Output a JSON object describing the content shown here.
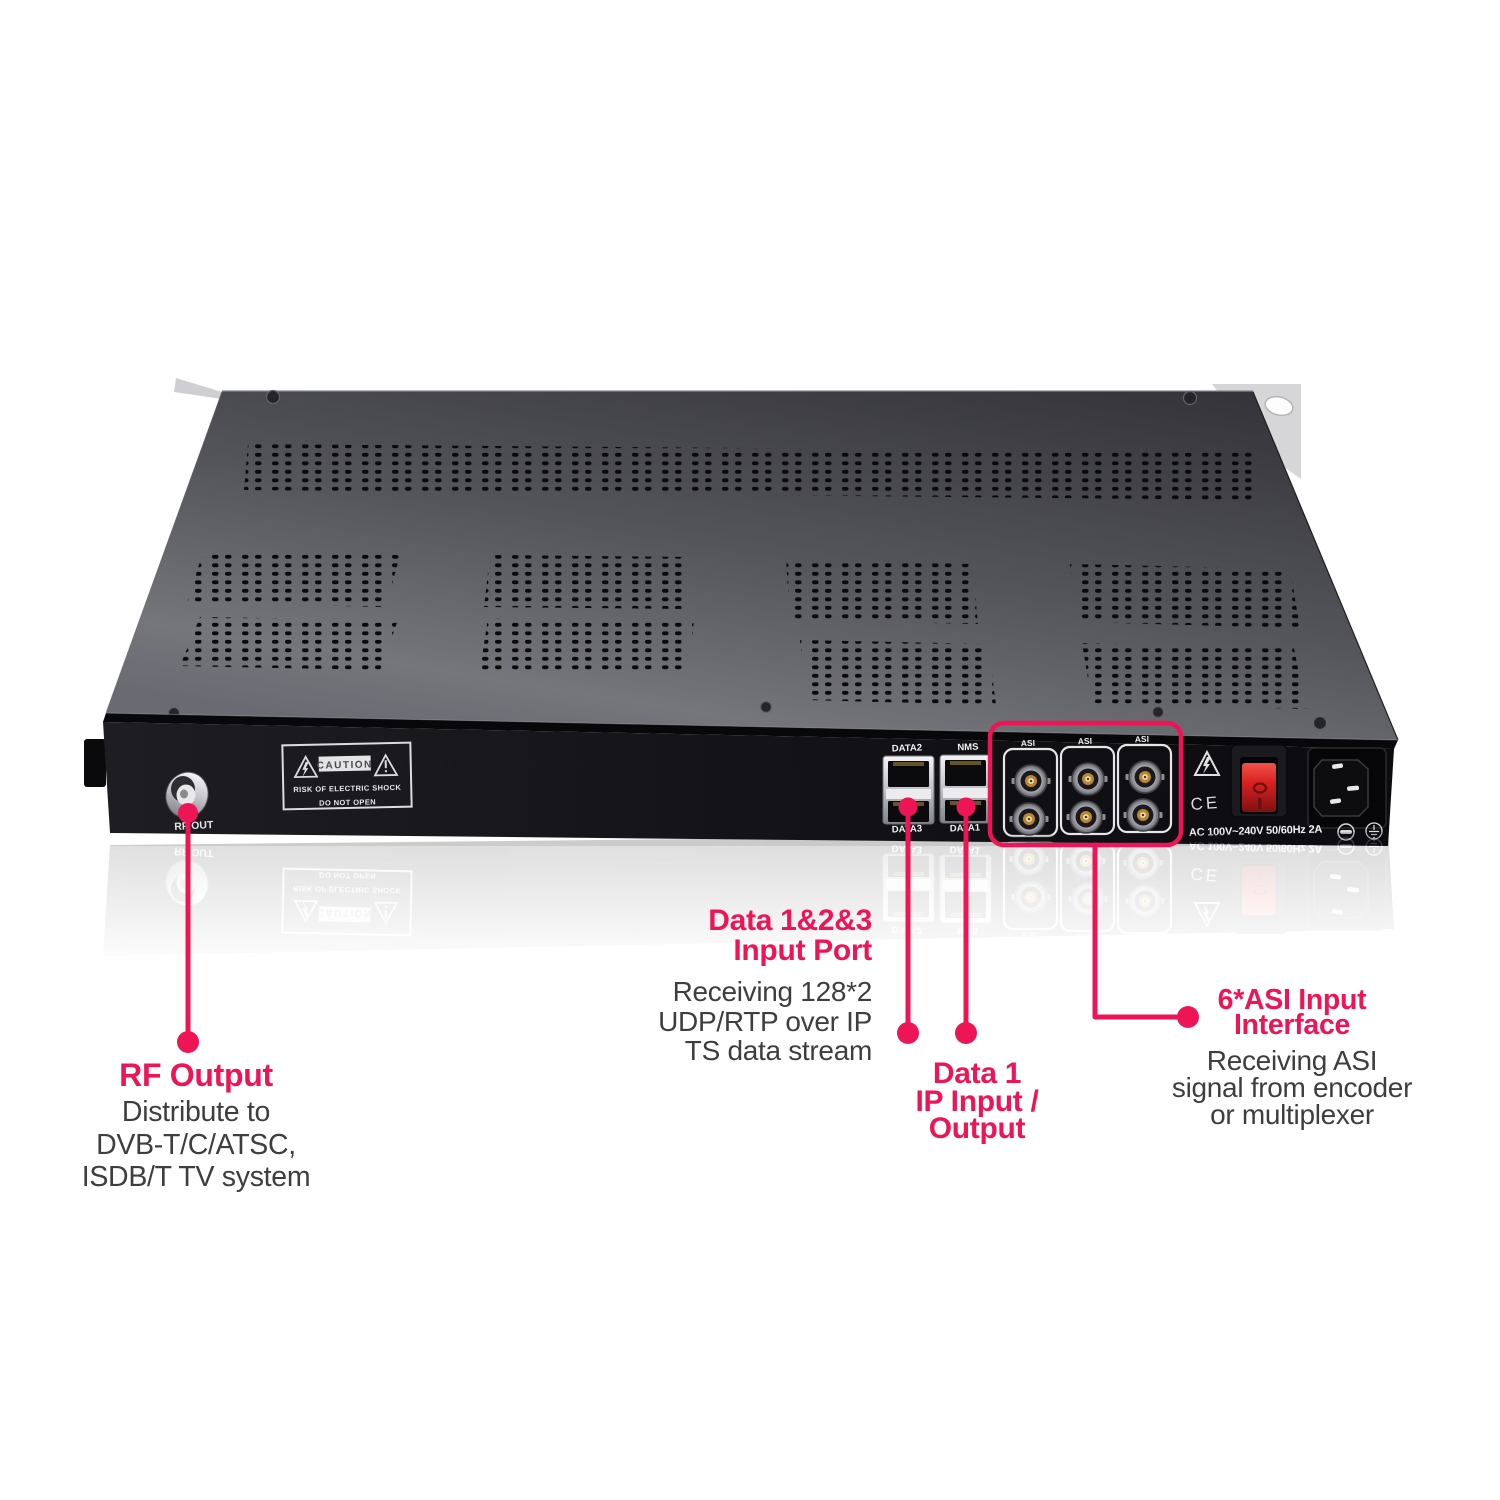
{
  "colors": {
    "accent": "#ed1556",
    "body_text": "#3e3e41",
    "panel_text": "#f2f2f4"
  },
  "rear_panel": {
    "rf_out_label": "RF OUT",
    "caution": {
      "title": "CAUTION",
      "line1": "RISK OF ELECTRIC SHOCK",
      "line2": "DO NOT OPEN"
    },
    "port_labels": {
      "data2": "DATA2",
      "nms": "NMS",
      "data3": "DATA3",
      "data1": "DATA1"
    },
    "asi_label": "ASI",
    "ce_mark": "CE",
    "power_rating": "AC 100V~240V 50/60Hz 2A",
    "switch": {
      "off": "O",
      "on": "I"
    }
  },
  "callouts": {
    "rf_output": {
      "title": "RF Output",
      "lines": [
        "Distribute to",
        "DVB-T/C/ATSC,",
        "ISDB/T TV system"
      ]
    },
    "data_input": {
      "title_lines": [
        "Data 1&2&3",
        "Input Port"
      ],
      "lines": [
        "Receiving 128*2",
        "UDP/RTP over IP",
        "TS data stream"
      ]
    },
    "data1_io": {
      "title_lines": [
        "Data 1",
        "IP Input /",
        "Output"
      ]
    },
    "asi_input": {
      "title_lines": [
        "6*ASI Input",
        "Interface"
      ],
      "lines": [
        "Receiving ASI",
        "signal from encoder",
        "or multiplexer"
      ]
    }
  }
}
